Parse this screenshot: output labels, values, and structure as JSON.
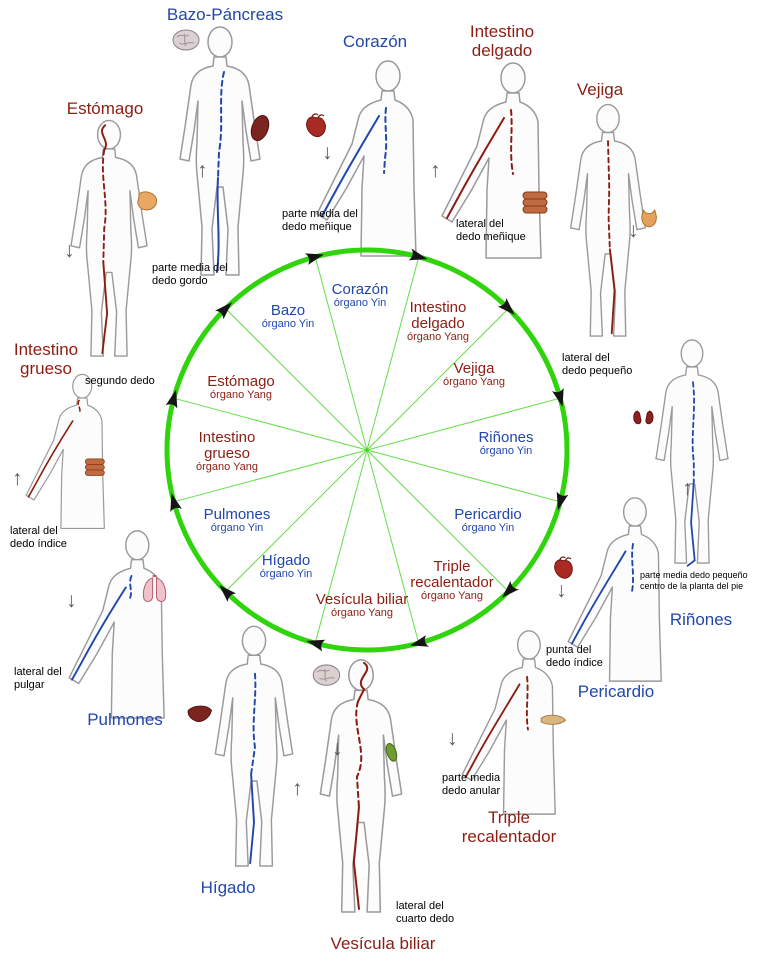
{
  "colors": {
    "yin": "#2147ad",
    "yang": "#8c1d12",
    "circle": "#2fd40b",
    "note": "#000000",
    "figure_outline": "#9a9a9a"
  },
  "wheel": {
    "segments": [
      {
        "name": "Corazón",
        "type": "órgano Yin"
      },
      {
        "name": "Intestino delgado",
        "type": "órgano Yang"
      },
      {
        "name": "Vejiga",
        "type": "órgano Yang"
      },
      {
        "name": "Riñones",
        "type": "órgano Yin"
      },
      {
        "name": "Pericardio",
        "type": "órgano Yin"
      },
      {
        "name": "Triple recalentador",
        "type": "órgano Yang"
      },
      {
        "name": "Vesícula biliar",
        "type": "órgano Yang"
      },
      {
        "name": "Hígado",
        "type": "órgano Yin"
      },
      {
        "name": "Pulmones",
        "type": "órgano Yin"
      },
      {
        "name": "Intestino grueso",
        "type": "órgano Yang"
      },
      {
        "name": "Estómago",
        "type": "órgano Yang"
      },
      {
        "name": "Bazo",
        "type": "órgano Yin"
      }
    ]
  },
  "figures": {
    "bazo_pancreas": {
      "title": "Bazo-Páncreas",
      "note": "parte media del\ndedo gordo",
      "direction_icon": "↑"
    },
    "corazon": {
      "title": "Corazón",
      "note": "parte media del\ndedo meñique",
      "direction_icon": "↓"
    },
    "intestino_delgado": {
      "title": "Intestino delgado",
      "note": "lateral del\ndedo meñique",
      "direction_icon": "↑"
    },
    "vejiga": {
      "title": "Vejiga",
      "note": "lateral del\ndedo pequeño",
      "direction_icon": "↓"
    },
    "rinones": {
      "title": "Riñones",
      "note": "parte media dedo pequeño\ncentro de la planta del pie",
      "direction_icon": "↑"
    },
    "pericardio": {
      "title": "Pericardio",
      "note": "punta del\ndedo índice",
      "direction_icon": "↓"
    },
    "triple_recalentador": {
      "title": "Triple recalentador",
      "note": "parte media\ndedo anular",
      "direction_icon": "↓"
    },
    "vesicula_biliar": {
      "title": "Vesícula biliar",
      "note": "lateral del\ncuarto dedo",
      "direction_icon": "↓"
    },
    "higado": {
      "title": "Hígado",
      "direction_icon": "↑"
    },
    "pulmones": {
      "title": "Pulmones",
      "note": "lateral del\npulgar",
      "direction_icon": "↓"
    },
    "intestino_grueso": {
      "title": "Intestino grueso",
      "note": "lateral del\ndedo índice",
      "direction_icon": "↑"
    },
    "estomago": {
      "title": "Estómago",
      "note": "segundo dedo",
      "direction_icon": "↓"
    }
  }
}
